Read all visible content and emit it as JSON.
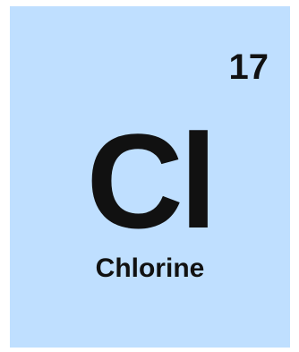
{
  "element": {
    "atomic_number": "17",
    "symbol": "Cl",
    "name": "Chlorine"
  },
  "colors": {
    "tile_background": "#bfdfff",
    "text": "#111111"
  }
}
